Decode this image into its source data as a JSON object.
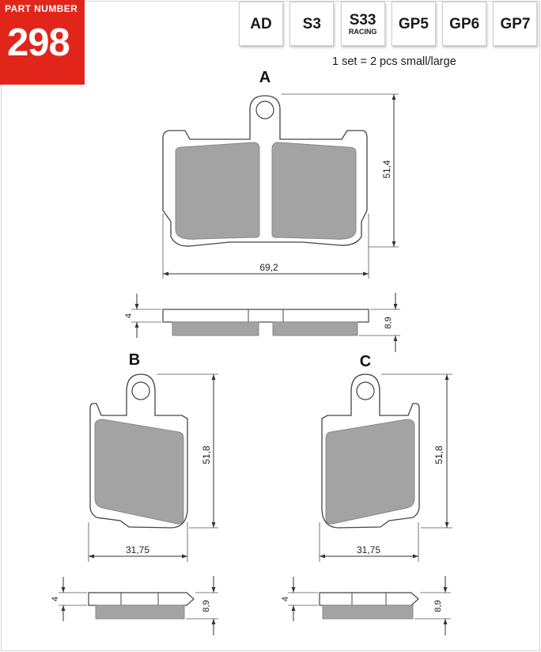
{
  "part": {
    "label": "PART NUMBER",
    "number": "298"
  },
  "compounds": [
    {
      "name": "AD",
      "sub": ""
    },
    {
      "name": "S3",
      "sub": ""
    },
    {
      "name": "S33",
      "sub": "RACING"
    },
    {
      "name": "GP5",
      "sub": ""
    },
    {
      "name": "GP6",
      "sub": ""
    },
    {
      "name": "GP7",
      "sub": ""
    }
  ],
  "set_note": "1 set = 2 pcs small/large",
  "pads": {
    "A": {
      "label": "A",
      "width": "69,2",
      "height": "51,4",
      "thickness_plate": "4",
      "thickness_total": "8,9"
    },
    "B": {
      "label": "B",
      "width": "31,75",
      "height": "51,8",
      "thickness_plate": "4",
      "thickness_total": "8,9"
    },
    "C": {
      "label": "C",
      "width": "31,75",
      "height": "51,8",
      "thickness_plate": "4",
      "thickness_total": "8,9"
    }
  },
  "colors": {
    "badge": "#e1251b",
    "pad_fill": "#a3a3a3",
    "outline": "#444444"
  }
}
